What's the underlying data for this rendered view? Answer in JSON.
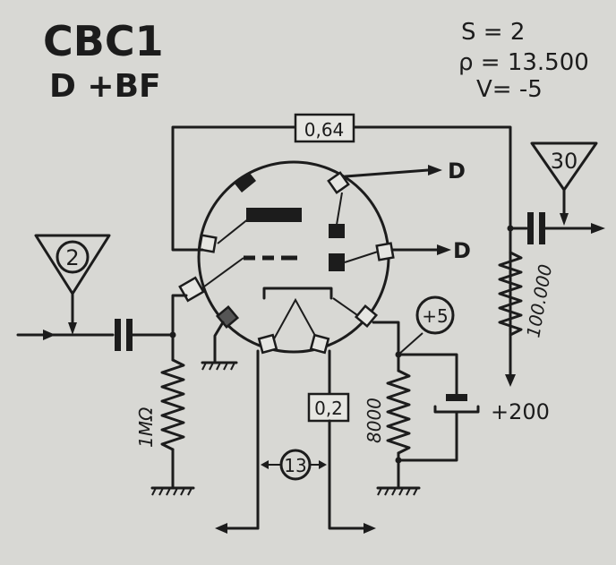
{
  "tube": {
    "name": "CBC1",
    "function": "D +BF"
  },
  "params": {
    "s": "S = 2",
    "rho": "ρ = 13.500",
    "v": "V= -5"
  },
  "feedback_value": "0,64",
  "input_gain": "2",
  "output_gain": "30",
  "diode_out_1": "D",
  "diode_out_2": "D",
  "resistor_grid": "1MΩ",
  "resistor_plate": "100.000",
  "resistor_cathode": "8000",
  "cathode_voltage": "+5",
  "supply": "+200",
  "heater_current": "0,2",
  "heater_voltage": "13",
  "colors": {
    "ink": "#1c1c1c",
    "paper": "#d8d8d4"
  }
}
